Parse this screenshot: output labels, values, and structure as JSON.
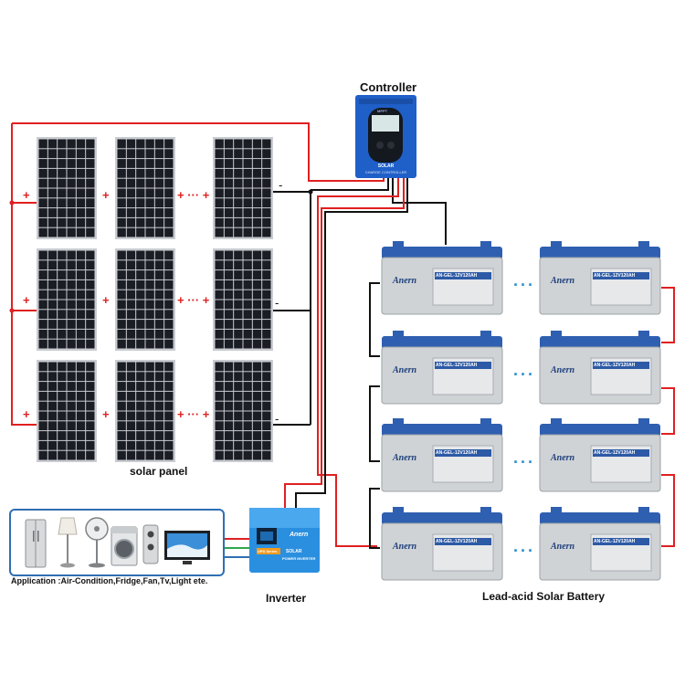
{
  "labels": {
    "controller": "Controller",
    "solar_panel": "solar panel",
    "inverter": "Inverter",
    "battery": "Lead-acid Solar Battery",
    "application": "Application :Air-Condition,Fridge,Fan,Tv,Light ete."
  },
  "controller_device": {
    "brand": "MPPT",
    "line1": "SOLAR",
    "line2": "CHARGE CONTROLLER"
  },
  "inverter_device": {
    "brand": "Anern",
    "badge": "UPS Series",
    "line1": "SOLAR",
    "line2": "POWER INVERTER"
  },
  "battery_device": {
    "brand": "Anern",
    "model": "AN-GEL-12V120AH"
  },
  "symbols": {
    "plus": "+",
    "minus": "-",
    "plus_dots": "+ ··· +",
    "battery_dots": "···"
  },
  "colors": {
    "positive_wire": "#e02020",
    "negative_wire": "#111111",
    "controller_blue": "#1f5fc8",
    "panel_cell": "#1b1d24",
    "battery_body": "#cfd3d6",
    "battery_lid": "#2f5fb0",
    "accent_blue": "#2f6fb3"
  },
  "icons": [
    "refrigerator-icon",
    "lamp-icon",
    "fan-icon",
    "washing-machine-icon",
    "boiler-icon",
    "tv-icon"
  ]
}
